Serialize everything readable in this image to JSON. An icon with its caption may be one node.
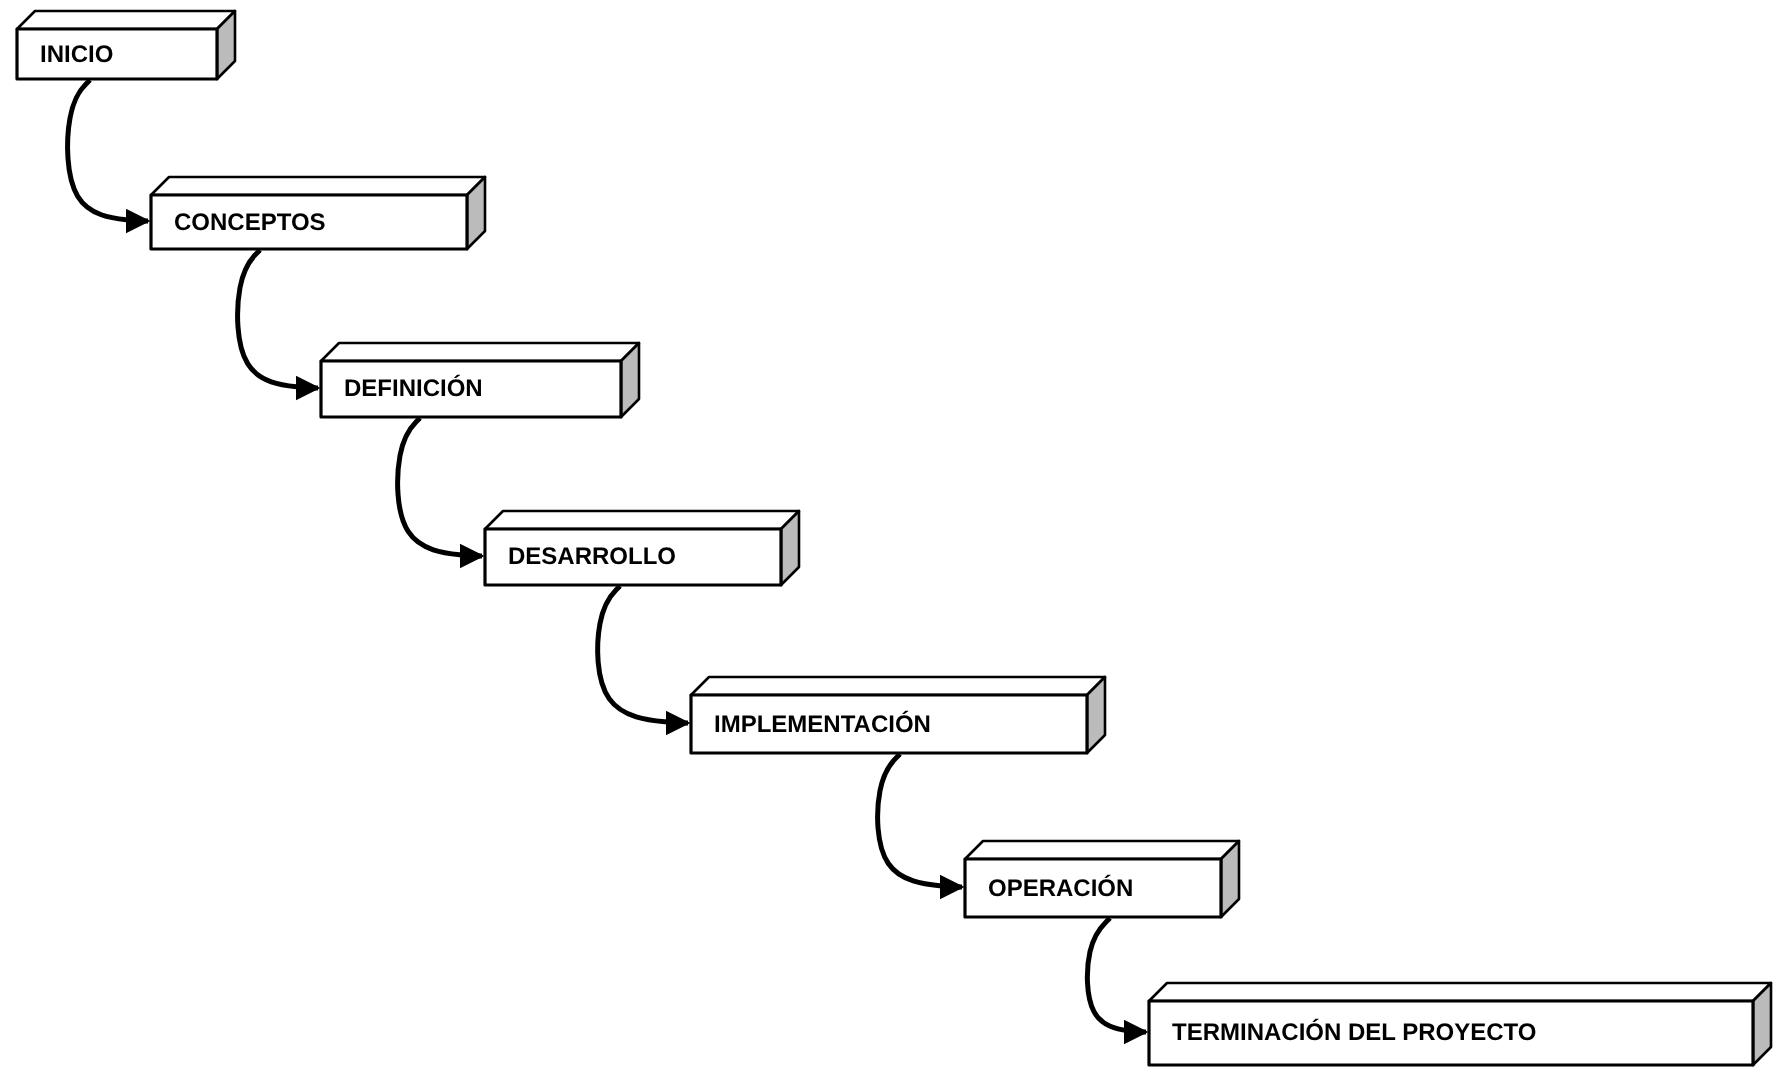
{
  "diagram": {
    "nodes": [
      {
        "text": [
          "INICIO"
        ]
      },
      {
        "text": [
          "CONCEPTOS"
        ]
      },
      {
        "text": [
          "DEFINICIÓN"
        ]
      },
      {
        "text": [
          "DESARROLLO"
        ]
      },
      {
        "text": [
          "IMPLEMENTACIÓN"
        ]
      },
      {
        "text": [
          "OPERACIÓN"
        ]
      },
      {
        "text": [
          "TERMINACIÓN DEL PROYECTO"
        ]
      }
    ],
    "edges": [
      {
        "from": 0,
        "to": 1,
        "arrow": "to"
      },
      {
        "from": 1,
        "to": 2,
        "arrow": "to"
      },
      {
        "from": 2,
        "to": 3,
        "arrow": "to"
      },
      {
        "from": 3,
        "to": 4,
        "arrow": "to"
      },
      {
        "from": 4,
        "to": 5,
        "arrow": "to"
      },
      {
        "from": 5,
        "to": 6,
        "arrow": "to"
      }
    ]
  }
}
